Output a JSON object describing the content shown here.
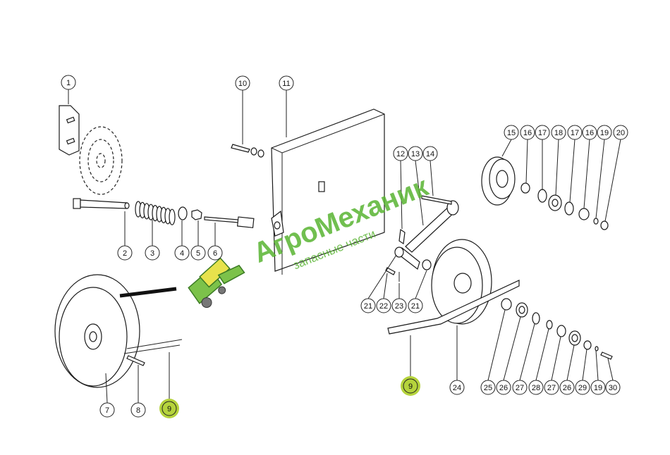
{
  "watermark": {
    "title": "АгроМеханик",
    "subtitle": "запасные части",
    "color": "#58b431"
  },
  "highlight_color": "#b5d33c",
  "callouts": [
    {
      "id": "c1",
      "label": "1"
    },
    {
      "id": "c2",
      "label": "2"
    },
    {
      "id": "c3",
      "label": "3"
    },
    {
      "id": "c4",
      "label": "4"
    },
    {
      "id": "c5",
      "label": "5"
    },
    {
      "id": "c6",
      "label": "6"
    },
    {
      "id": "c7",
      "label": "7"
    },
    {
      "id": "c8",
      "label": "8"
    },
    {
      "id": "c9a",
      "label": "9",
      "highlight": true
    },
    {
      "id": "c9b",
      "label": "9",
      "highlight": true
    },
    {
      "id": "c10",
      "label": "10"
    },
    {
      "id": "c11",
      "label": "11"
    },
    {
      "id": "c12",
      "label": "12"
    },
    {
      "id": "c13",
      "label": "13"
    },
    {
      "id": "c14",
      "label": "14"
    },
    {
      "id": "c15",
      "label": "15"
    },
    {
      "id": "c16a",
      "label": "16"
    },
    {
      "id": "c17a",
      "label": "17"
    },
    {
      "id": "c18",
      "label": "18"
    },
    {
      "id": "c17b",
      "label": "17"
    },
    {
      "id": "c16b",
      "label": "16"
    },
    {
      "id": "c19a",
      "label": "19"
    },
    {
      "id": "c20",
      "label": "20"
    },
    {
      "id": "c21a",
      "label": "21"
    },
    {
      "id": "c22",
      "label": "22"
    },
    {
      "id": "c23",
      "label": "23"
    },
    {
      "id": "c21b",
      "label": "21"
    },
    {
      "id": "c24",
      "label": "24"
    },
    {
      "id": "c25",
      "label": "25"
    },
    {
      "id": "c26a",
      "label": "26"
    },
    {
      "id": "c27a",
      "label": "27"
    },
    {
      "id": "c28",
      "label": "28"
    },
    {
      "id": "c27b",
      "label": "27"
    },
    {
      "id": "c26b",
      "label": "26"
    },
    {
      "id": "c29",
      "label": "29"
    },
    {
      "id": "c19b",
      "label": "19"
    },
    {
      "id": "c30",
      "label": "30"
    }
  ]
}
